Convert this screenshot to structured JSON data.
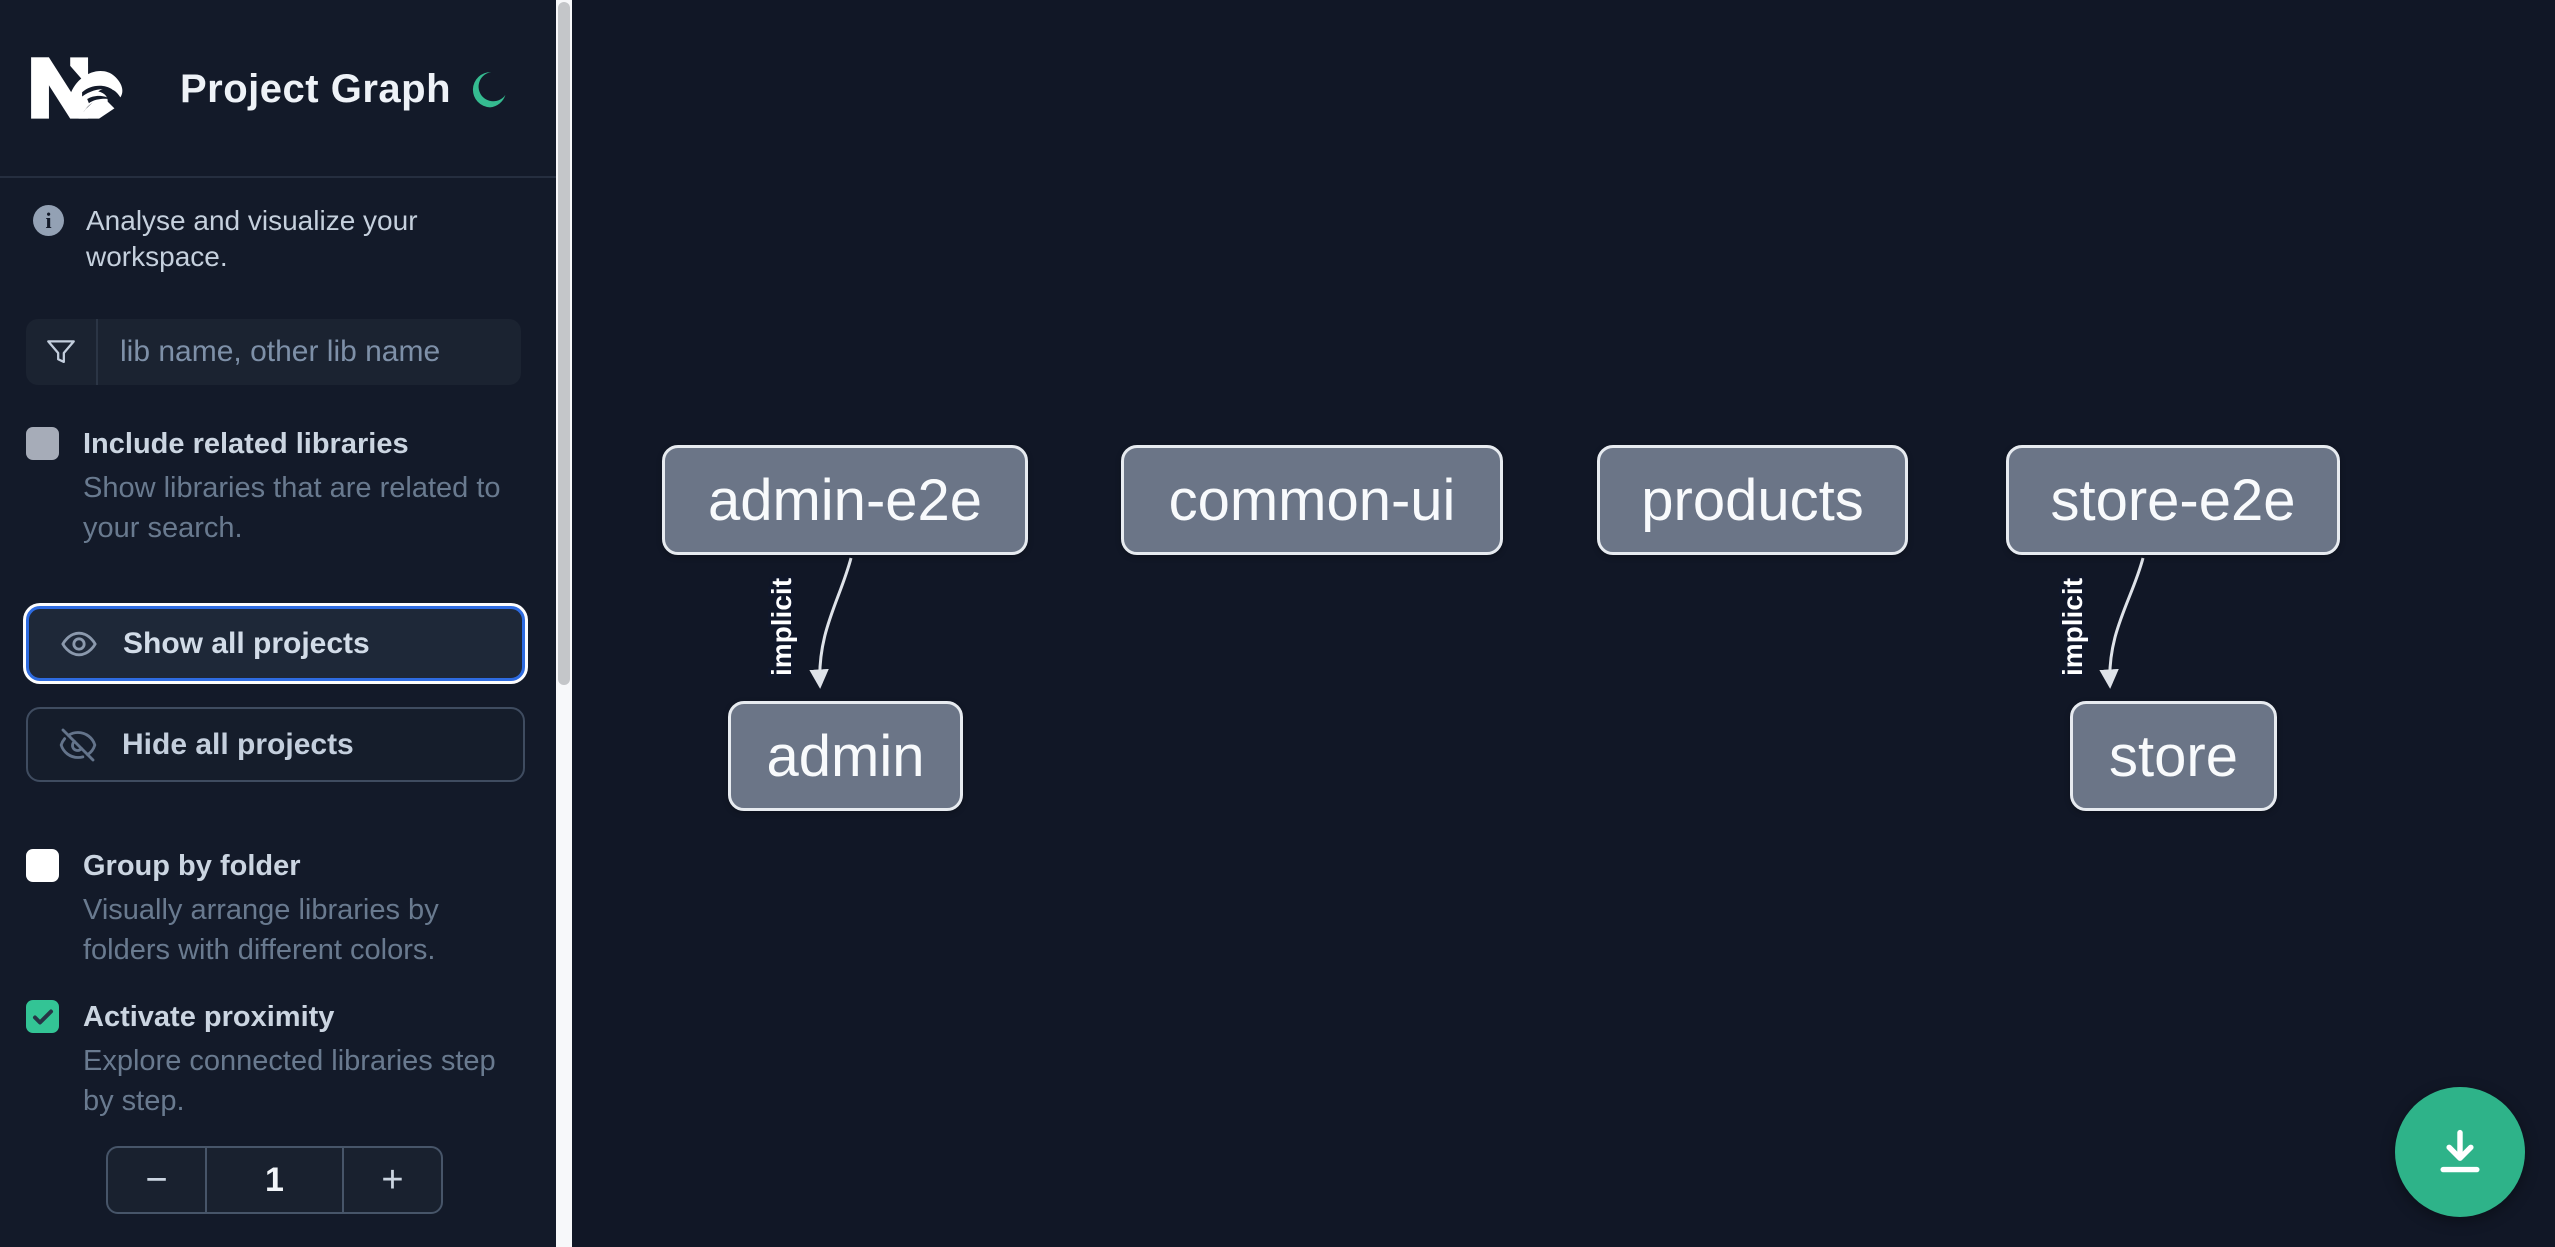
{
  "header": {
    "app_title": "Project Graph"
  },
  "icons": {
    "logo": "nx-logo",
    "theme_toggle": "moon-icon",
    "info": "info-circle-icon",
    "search": "funnel-filter-icon",
    "show_all": "eye-icon",
    "hide_all": "eye-slash-icon",
    "decrement": "minus-icon",
    "increment": "plus-icon",
    "fab": "download-icon"
  },
  "sidebar": {
    "tagline": "Analyse and visualize your workspace.",
    "search": {
      "placeholder": "lib name, other lib name",
      "value": ""
    },
    "options": [
      {
        "label": "Include related libraries",
        "description": "Show libraries that are related to your search.",
        "checked": false,
        "disabled": true
      },
      {
        "label": "Group by folder",
        "description": "Visually arrange libraries by folders with different colors.",
        "checked": false,
        "disabled": false
      },
      {
        "label": "Activate proximity",
        "description": "Explore connected libraries step by step.",
        "checked": true,
        "disabled": false
      }
    ],
    "actions": {
      "show_all": "Show all projects",
      "hide_all": "Hide all projects"
    },
    "proximity_stepper": {
      "decrement_label": "−",
      "value": "1",
      "increment_label": "+"
    }
  },
  "graph": {
    "nodes": [
      {
        "id": "admin-e2e",
        "label": "admin-e2e"
      },
      {
        "id": "common-ui",
        "label": "common-ui"
      },
      {
        "id": "products",
        "label": "products"
      },
      {
        "id": "store-e2e",
        "label": "store-e2e"
      },
      {
        "id": "admin",
        "label": "admin"
      },
      {
        "id": "store",
        "label": "store"
      }
    ],
    "edges": [
      {
        "from": "admin-e2e",
        "to": "admin",
        "label": "implicit",
        "type": "implicit"
      },
      {
        "from": "store-e2e",
        "to": "store",
        "label": "implicit",
        "type": "implicit"
      }
    ]
  },
  "colors": {
    "accent_green": "#2eb389",
    "checkbox_green": "#33c495",
    "focus_blue": "#2e6be0",
    "node_fill": "#6b7587",
    "node_border": "#e7ebf0",
    "sidebar_bg": "#131a29",
    "canvas_bg": "#111726"
  }
}
